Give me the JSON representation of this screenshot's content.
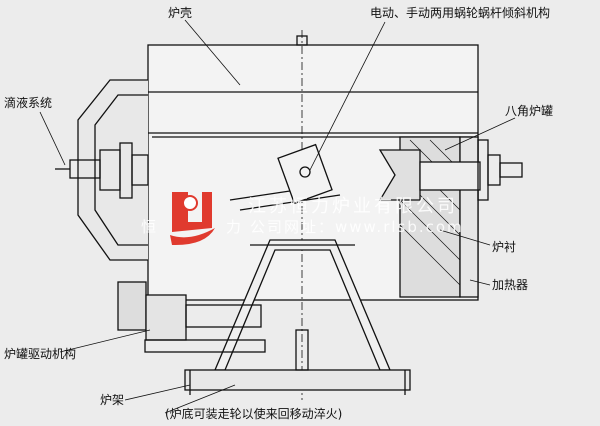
{
  "labels": {
    "shell": "炉壳",
    "tilt_mechanism": "电动、手动两用蜗轮蜗杆倾斜机构",
    "drip_system": "滴液系统",
    "octagonal_retort": "八角炉罐",
    "lining": "炉衬",
    "heater": "加热器",
    "retort_drive": "炉罐驱动机构",
    "frame": "炉架",
    "note": "(炉底可装走轮以使来回移动淬火)"
  },
  "watermark": {
    "company": "江苏恒力炉业有限公司",
    "website": "公司网址：www.rlsb.com",
    "left_char_1": "恒",
    "left_char_2": "力",
    "logo_color": "#e03a2e"
  }
}
